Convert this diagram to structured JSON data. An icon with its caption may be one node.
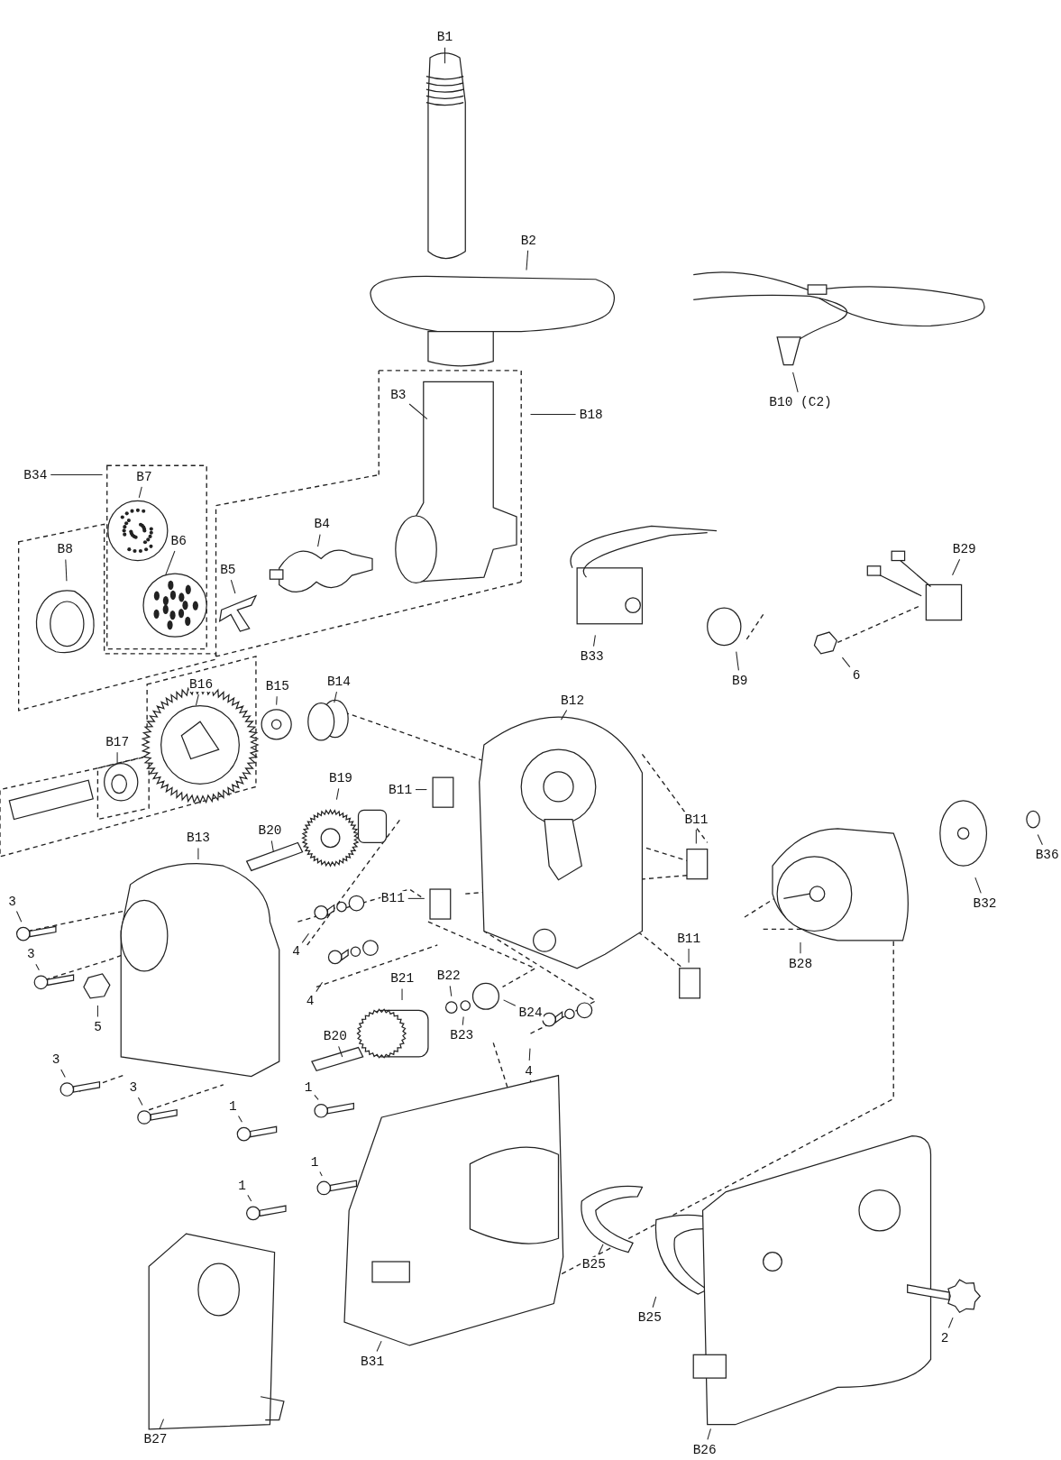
{
  "diagram": {
    "nodes": [
      {
        "text": [
          "B1"
        ]
      },
      {
        "text": [
          "B2"
        ]
      },
      {
        "text": [
          "B10 (C2)"
        ]
      },
      {
        "text": [
          "B3"
        ]
      },
      {
        "text": [
          "B18"
        ]
      },
      {
        "text": [
          "B34"
        ]
      },
      {
        "text": [
          "B7"
        ]
      },
      {
        "text": [
          "B6"
        ]
      },
      {
        "text": [
          "B8"
        ]
      },
      {
        "text": [
          "B5"
        ]
      },
      {
        "text": [
          "B4"
        ]
      },
      {
        "text": [
          "B29"
        ]
      },
      {
        "text": [
          "B33"
        ]
      },
      {
        "text": [
          "B9"
        ]
      },
      {
        "text": [
          "6"
        ]
      },
      {
        "text": [
          "B16"
        ]
      },
      {
        "text": [
          "B15"
        ]
      },
      {
        "text": [
          "B14"
        ]
      },
      {
        "text": [
          "B12"
        ]
      },
      {
        "text": [
          "B17"
        ]
      },
      {
        "text": [
          "B11"
        ]
      },
      {
        "text": [
          "B19"
        ]
      },
      {
        "text": [
          "B11"
        ]
      },
      {
        "text": [
          "B13"
        ]
      },
      {
        "text": [
          "B20"
        ]
      },
      {
        "text": [
          "3"
        ]
      },
      {
        "text": [
          "B11"
        ]
      },
      {
        "text": [
          "B11"
        ]
      },
      {
        "text": [
          "3"
        ]
      },
      {
        "text": [
          "4"
        ]
      },
      {
        "text": [
          "4"
        ]
      },
      {
        "text": [
          "5"
        ]
      },
      {
        "text": [
          "B28"
        ]
      },
      {
        "text": [
          "B32"
        ]
      },
      {
        "text": [
          "B36"
        ]
      },
      {
        "text": [
          "B21"
        ]
      },
      {
        "text": [
          "B22"
        ]
      },
      {
        "text": [
          "B23"
        ]
      },
      {
        "text": [
          "B24"
        ]
      },
      {
        "text": [
          "B20"
        ]
      },
      {
        "text": [
          "4"
        ]
      },
      {
        "text": [
          "3"
        ]
      },
      {
        "text": [
          "3"
        ]
      },
      {
        "text": [
          "1"
        ]
      },
      {
        "text": [
          "1"
        ]
      },
      {
        "text": [
          "1"
        ]
      },
      {
        "text": [
          "1"
        ]
      },
      {
        "text": [
          "B31"
        ]
      },
      {
        "text": [
          "B25"
        ]
      },
      {
        "text": [
          "B25"
        ]
      },
      {
        "text": [
          "2"
        ]
      },
      {
        "text": [
          "B26"
        ]
      },
      {
        "text": [
          "B27"
        ]
      }
    ],
    "edges": [
      {
        "from": 0,
        "to": null,
        "arrow": "none"
      },
      {
        "from": 1,
        "to": null,
        "arrow": "none"
      },
      {
        "from": 2,
        "to": null,
        "arrow": "none"
      },
      {
        "from": 3,
        "to": null,
        "arrow": "none"
      },
      {
        "from": 4,
        "to": null,
        "arrow": "none"
      },
      {
        "from": 5,
        "to": null,
        "arrow": "none"
      },
      {
        "from": 6,
        "to": null,
        "arrow": "none"
      },
      {
        "from": 7,
        "to": null,
        "arrow": "none"
      },
      {
        "from": 8,
        "to": null,
        "arrow": "none"
      },
      {
        "from": 9,
        "to": null,
        "arrow": "none"
      },
      {
        "from": 10,
        "to": null,
        "arrow": "none"
      },
      {
        "from": 11,
        "to": null,
        "arrow": "none"
      },
      {
        "from": 12,
        "to": null,
        "arrow": "none"
      },
      {
        "from": 13,
        "to": null,
        "arrow": "none"
      },
      {
        "from": 14,
        "to": null,
        "arrow": "none"
      },
      {
        "from": 15,
        "to": null,
        "arrow": "none"
      },
      {
        "from": 16,
        "to": null,
        "arrow": "none"
      },
      {
        "from": 17,
        "to": null,
        "arrow": "none"
      },
      {
        "from": 18,
        "to": null,
        "arrow": "none"
      },
      {
        "from": 19,
        "to": null,
        "arrow": "none"
      },
      {
        "from": 20,
        "to": null,
        "arrow": "none"
      },
      {
        "from": 21,
        "to": null,
        "arrow": "none"
      },
      {
        "from": 22,
        "to": null,
        "arrow": "none"
      },
      {
        "from": 23,
        "to": null,
        "arrow": "none"
      },
      {
        "from": 24,
        "to": null,
        "arrow": "none"
      },
      {
        "from": 25,
        "to": null,
        "arrow": "none"
      },
      {
        "from": 26,
        "to": null,
        "arrow": "none"
      },
      {
        "from": 27,
        "to": null,
        "arrow": "none"
      },
      {
        "from": 28,
        "to": null,
        "arrow": "none"
      },
      {
        "from": 29,
        "to": null,
        "arrow": "none"
      },
      {
        "from": 30,
        "to": null,
        "arrow": "none"
      },
      {
        "from": 31,
        "to": null,
        "arrow": "none"
      },
      {
        "from": 32,
        "to": null,
        "arrow": "none"
      },
      {
        "from": 33,
        "to": null,
        "arrow": "none"
      },
      {
        "from": 34,
        "to": null,
        "arrow": "none"
      },
      {
        "from": 35,
        "to": null,
        "arrow": "none"
      },
      {
        "from": 36,
        "to": null,
        "arrow": "none"
      },
      {
        "from": 37,
        "to": null,
        "arrow": "none"
      },
      {
        "from": 38,
        "to": null,
        "arrow": "none"
      },
      {
        "from": 39,
        "to": null,
        "arrow": "none"
      },
      {
        "from": 40,
        "to": null,
        "arrow": "none"
      },
      {
        "from": 41,
        "to": null,
        "arrow": "none"
      },
      {
        "from": 42,
        "to": null,
        "arrow": "none"
      },
      {
        "from": 43,
        "to": null,
        "arrow": "none"
      },
      {
        "from": 44,
        "to": null,
        "arrow": "none"
      },
      {
        "from": 45,
        "to": null,
        "arrow": "none"
      },
      {
        "from": 46,
        "to": null,
        "arrow": "none"
      },
      {
        "from": 47,
        "to": null,
        "arrow": "none"
      },
      {
        "from": 48,
        "to": null,
        "arrow": "none"
      },
      {
        "from": 49,
        "to": null,
        "arrow": "none"
      },
      {
        "from": 50,
        "to": null,
        "arrow": "none"
      },
      {
        "from": 51,
        "to": null,
        "arrow": "none"
      },
      {
        "from": 52,
        "to": null,
        "arrow": "none"
      }
    ]
  }
}
